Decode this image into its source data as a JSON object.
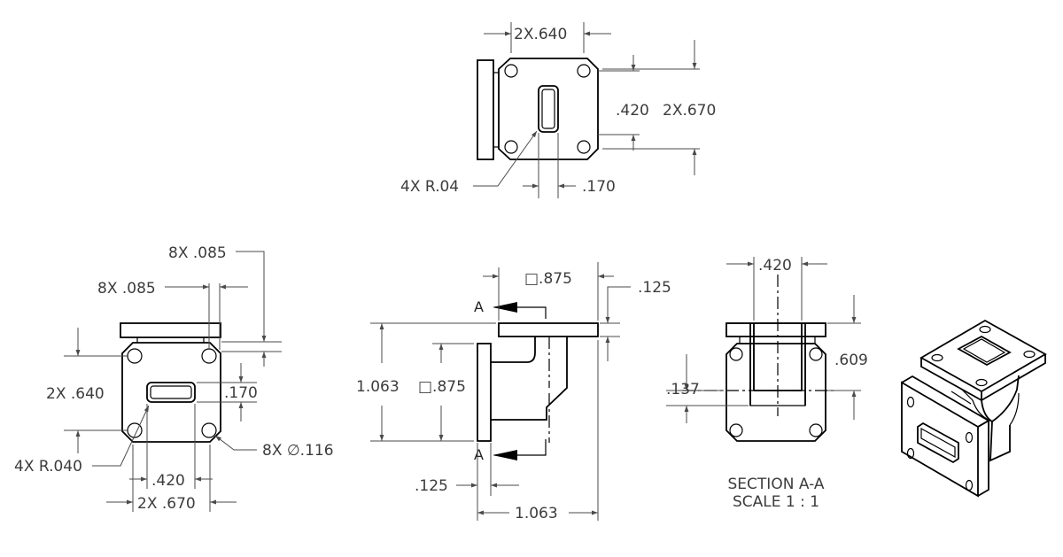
{
  "top_view": {
    "width_2x": "2X.640",
    "slot_height": ".420",
    "height_2x": "2X.670",
    "corner_radius": "4X R.04",
    "slot_width": ".170"
  },
  "front_view": {
    "top_thick_8x": "8X .085",
    "left_thick_8x": "8X .085",
    "hole_spacing_2x": "2X .640",
    "slot_height": ".170",
    "corner_radius": "4X R.040",
    "hole_diameter": "8X ∅.116",
    "slot_width": ".420",
    "width_2x": "2X .670"
  },
  "side_view": {
    "square_top": "□.875",
    "flange_thickness_top": ".125",
    "height": "1.063",
    "square_left": "□.875",
    "flange_thickness_left": ".125",
    "width": "1.063",
    "section_label": "A"
  },
  "section_view": {
    "inner_width": ".420",
    "depth": ".609",
    "wall": ".137",
    "title": "SECTION A-A",
    "scale": "SCALE 1 : 1"
  }
}
